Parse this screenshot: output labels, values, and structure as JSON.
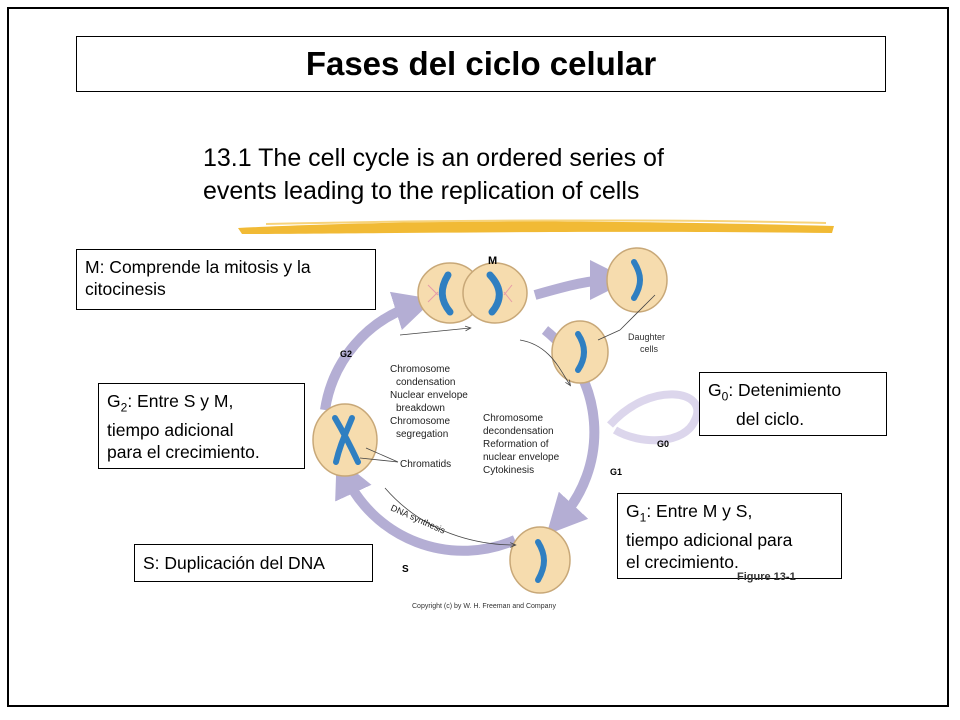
{
  "title": "Fases del ciclo celular",
  "subtitle": {
    "line1": "13.1 The cell cycle is an ordered series of",
    "line2": "events leading to the replication of cells"
  },
  "boxes": {
    "m": {
      "line1": "M: Comprende la mitosis y la",
      "line2": "citocinesis"
    },
    "g0": {
      "prefix": "G",
      "sub": "0",
      "rest": ": Detenimiento",
      "line2": "del ciclo."
    },
    "g2": {
      "prefix": "G",
      "sub": "2",
      "rest": ": Entre S y M,",
      "line2": "tiempo adicional",
      "line3": "para el crecimiento."
    },
    "g1": {
      "prefix": "G",
      "sub": "1",
      "rest": ": Entre M y S,",
      "line2": "tiempo adicional para",
      "line3": "el crecimiento."
    },
    "s": {
      "text": "S: Duplicación del DNA"
    }
  },
  "diagram": {
    "label_m": "M",
    "label_g2": "G2",
    "label_g1": "G1",
    "label_g0": "G0",
    "label_s": "S",
    "daughter_1": "Daughter",
    "daughter_2": "cells",
    "left_text": [
      "Chromosome",
      "condensation",
      "Nuclear envelope",
      "breakdown",
      "Chromosome",
      "segregation"
    ],
    "right_text": [
      "Chromosome",
      "decondensation",
      "Reformation of",
      "nuclear envelope",
      "Cytokinesis"
    ],
    "chromatids": "Chromatids",
    "dna_synthesis": "DNA synthesis"
  },
  "figure_label": "Figure 13-1",
  "copyright": "Copyright (c) by W. H. Freeman and Company",
  "colors": {
    "cycle_arrow": "#b4aed4",
    "cell_fill": "#f6dcae",
    "chromosome": "#2f7fc1",
    "highlight": "#f0b21f"
  }
}
